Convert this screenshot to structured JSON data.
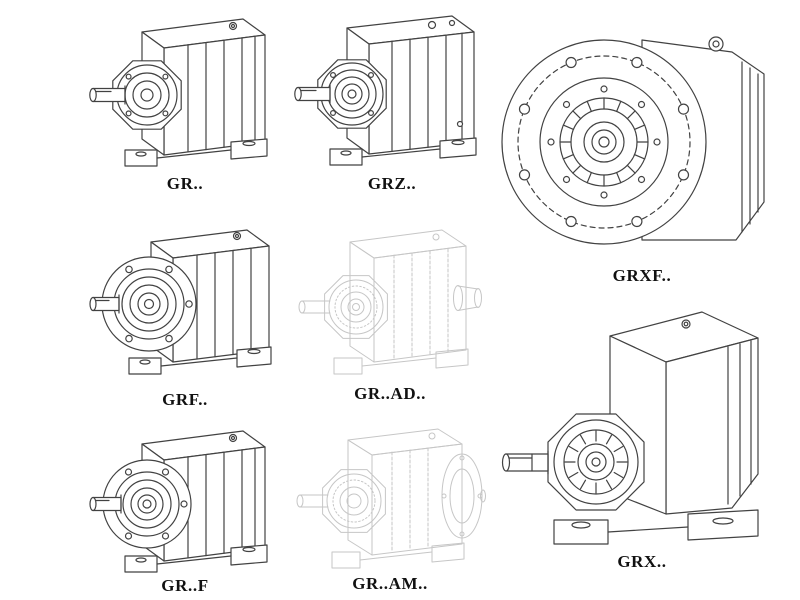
{
  "page": {
    "background_color": "#ffffff",
    "line_color": "#424242",
    "ghost_line_color": "#c6c6c6"
  },
  "figures": [
    {
      "id": "gr",
      "label": "GR.."
    },
    {
      "id": "grz",
      "label": "GRZ.."
    },
    {
      "id": "grxf",
      "label": "GRXF.."
    },
    {
      "id": "grf",
      "label": "GRF.."
    },
    {
      "id": "grad",
      "label": "GR..AD.."
    },
    {
      "id": "grff",
      "label": "GR..F"
    },
    {
      "id": "gram",
      "label": "GR..AM.."
    },
    {
      "id": "grx",
      "label": "GRX.."
    }
  ]
}
